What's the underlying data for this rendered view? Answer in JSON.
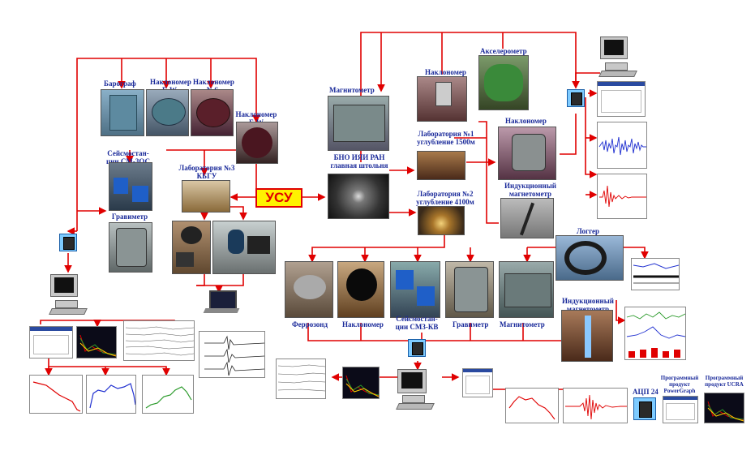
{
  "labels": {
    "barograph": "Барограф",
    "tilt_ew1": "Наклономер E-W",
    "tilt_ns": "Наклономер N-S",
    "tilt_ew2": "Наклономер E-W",
    "seismo_cm3os": "Сейсмостан-ции СМ-3ОС",
    "lab3": "Лаборатория №3 КБГУ",
    "gravimeter_left": "Гравиметр",
    "usu": "УСУ",
    "magnetometer_top": "Магнитометр",
    "tiltmeter_top": "Наклономер",
    "accelerometer": "Акселерометр",
    "lab1": "Лаборатория №1 углубление 1500м",
    "tiltmeter_right": "Наклономер",
    "bno": "БНО ИЯИ РАН главная штольня",
    "lab2": "Лаборатория №2 углубление 4100м",
    "induction_mag_top": "Индукционный магнетометр",
    "logger": "Логгер",
    "ferrozond": "Феррозонд",
    "tiltmeter_bottom": "Наклономер",
    "seismo_cm3kb": "Сейсмостан-ции СМ3-КВ",
    "gravimeter_bottom": "Гравиметр",
    "magnetometer_bottom": "Магнитометр",
    "induction_mag_bottom": "Индукционный магнетометр",
    "adc24": "АЦП 24",
    "powergraph": "Программный продукт PowerGraph",
    "ucra": "Программный продукт UCRA"
  },
  "colors": {
    "arrow": "#e00000",
    "label": "#1a2a9a",
    "usu_fill": "#fff200",
    "adc_fill": "#7ecbff",
    "signal_blue": "#2030d0",
    "signal_red": "#e00000",
    "signal_green": "#2a9a2a"
  }
}
